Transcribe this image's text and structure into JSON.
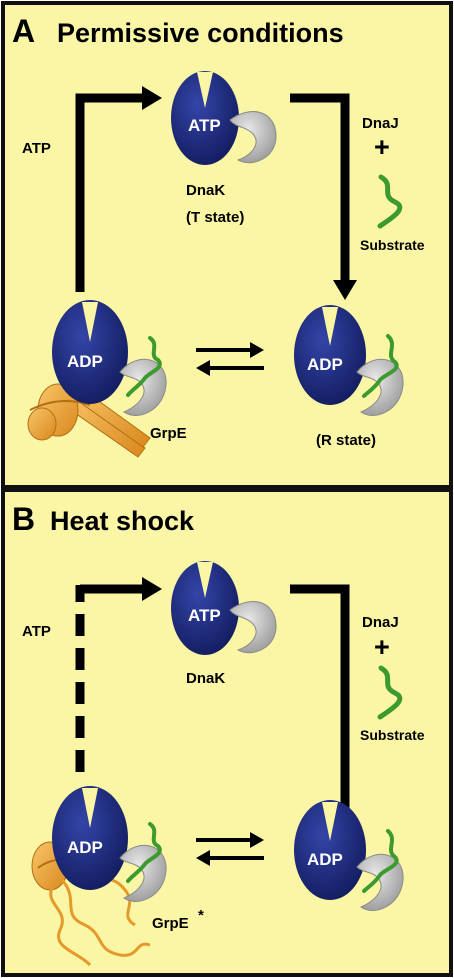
{
  "panels": [
    {
      "letter": "A",
      "title": "Permissive conditions",
      "atp_label": "ATP",
      "top_nucleotide": "ATP",
      "top_protein": "DnaK",
      "top_state": "(T state)",
      "cofactor": "DnaJ",
      "plus": "+",
      "substrate": "Substrate",
      "left_nucleotide": "ADP",
      "right_nucleotide": "ADP",
      "grpe": "GrpE",
      "right_state": "(R state)"
    },
    {
      "letter": "B",
      "title": "Heat shock",
      "atp_label": "ATP",
      "top_nucleotide": "ATP",
      "top_protein": "DnaK",
      "cofactor": "DnaJ",
      "plus": "+",
      "substrate": "Substrate",
      "left_nucleotide": "ADP",
      "right_nucleotide": "ADP",
      "grpe": "GrpE",
      "grpe_mark": "*"
    }
  ],
  "colors": {
    "background": "#fbf6a6",
    "frame": "#111111",
    "dnak_body": "#1d2a7a",
    "dnak_lobe": "#b8b8b8",
    "substrate": "#3c9a2e",
    "grpe": "#e39a2a"
  }
}
